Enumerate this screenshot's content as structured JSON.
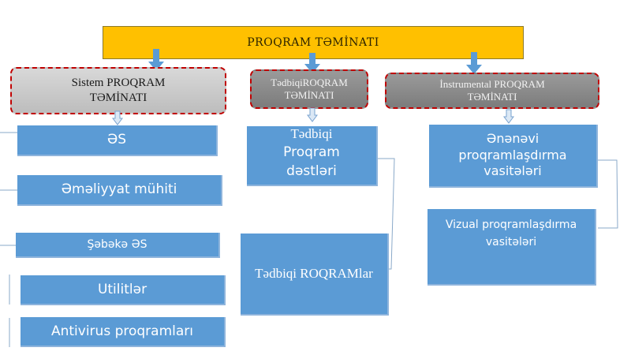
{
  "diagram": {
    "root": {
      "label": "PROQRAM TƏMİNATI",
      "color": "#ffc000"
    },
    "categories": [
      {
        "label_line1": "Sistem PROQRAM",
        "label_line2": "TƏMİNATI",
        "children": [
          "ƏS",
          "Əməliyyat mühiti",
          "Şəbəkə ƏS",
          "Utilitlər",
          "Antivirus proqramları"
        ]
      },
      {
        "label_line1": "TədbiqiROQRAM",
        "label_line2": "TƏMİNATI",
        "children": [
          "Tədbiqi Proqram dəstləri",
          "Tədbiqi ROQRAMlar"
        ],
        "child_lines": [
          [
            "Tədbiqi",
            "Proqram",
            "dəstləri"
          ]
        ]
      },
      {
        "label_line1": "İnstrumental PROQRAM",
        "label_line2": "TƏMİNATI",
        "children": [
          "Ənənəvi proqramlaşdırma vasitələri",
          "Vizual proqramlaşdırma vasitələri"
        ],
        "child_lines": [
          [
            "Ənənəvi",
            "proqramlaşdırma",
            "vasitələri"
          ],
          [
            "Vizual proqramlaşdırma",
            "vasitələri"
          ]
        ]
      }
    ],
    "colors": {
      "box": "#5b9bd5",
      "category_border": "#c00000",
      "arrow": "#5b9bd5"
    }
  }
}
